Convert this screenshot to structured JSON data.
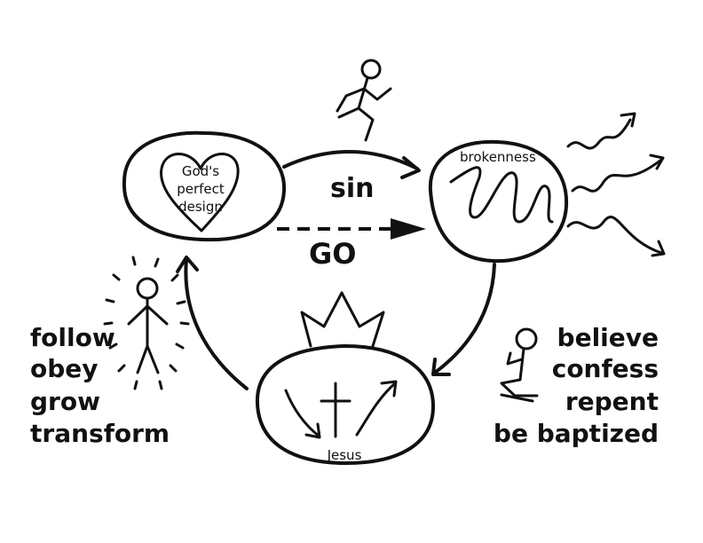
{
  "nodes": {
    "design": {
      "line1": "God's",
      "line2": "perfect",
      "line3": "design"
    },
    "brokenness": {
      "label": "brokenness"
    },
    "jesus": {
      "label": "Jesus"
    }
  },
  "arrows": {
    "sin": "sin",
    "go": "GO"
  },
  "left_list": [
    "follow",
    "obey",
    "grow",
    "transform"
  ],
  "right_list": [
    "believe",
    "confess",
    "repent",
    "be baptized"
  ]
}
